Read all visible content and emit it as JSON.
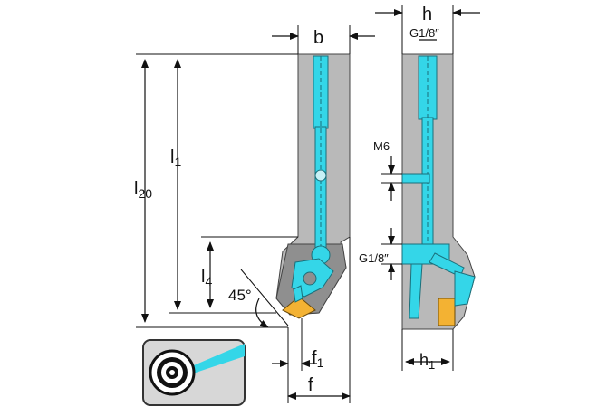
{
  "labels": {
    "b": "b",
    "h": "h",
    "g18_top": "G1/8″",
    "m6": "M6",
    "g18_side": "G1/8″",
    "l1": "l",
    "l1_sub": "1",
    "l20": "l",
    "l20_sub": "20",
    "l4": "l",
    "l4_sub": "4",
    "angle": "45°",
    "f1": "f",
    "f1_sub": "1",
    "f": "f",
    "h1": "h",
    "h1_sub": "1"
  },
  "icon": "coolant-target-icon",
  "colors": {
    "body": "#b9b9b9",
    "coolant": "#34d6e8",
    "insert": "#f3b233"
  }
}
